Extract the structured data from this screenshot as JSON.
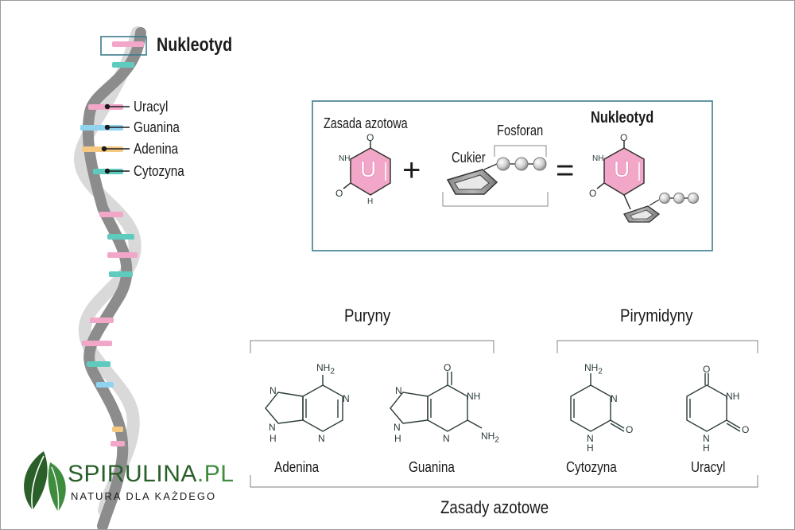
{
  "helix": {
    "highlight_label": "Nukleotyd",
    "legend": [
      {
        "label": "Uracyl",
        "color": "#f2a7c9"
      },
      {
        "label": "Guanina",
        "color": "#8fd3f0"
      },
      {
        "label": "Adenina",
        "color": "#f5c982"
      },
      {
        "label": "Cytozyna",
        "color": "#5fcbbf"
      }
    ]
  },
  "equation": {
    "base_label": "Zasada azotowa",
    "base_letter": "U",
    "sugar_label": "Cukier",
    "phosphate_label": "Fosforan",
    "result_label": "Nukleotyd",
    "result_letter": "U",
    "plus_sign": "+",
    "equals_sign": "=",
    "atoms": {
      "o": "O",
      "nh": "NH",
      "n": "N",
      "h": "H"
    }
  },
  "bases": {
    "purines_label": "Puryny",
    "pyrimidines_label": "Pirymidyny",
    "footer_label": "Zasady azotowe",
    "molecules": {
      "adenine": {
        "name": "Adenina",
        "atoms": {
          "nh2": "NH",
          "sub2": "2",
          "n1": "N",
          "n2": "N",
          "n3": "N",
          "n4": "N",
          "nh": "N",
          "h": "H"
        }
      },
      "guanine": {
        "name": "Guanina",
        "atoms": {
          "o": "O",
          "nh": "NH",
          "nh2": "NH",
          "sub2": "2",
          "n1": "N",
          "n2": "N",
          "n3": "N",
          "h": "H"
        }
      },
      "cytosine": {
        "name": "Cytozyna",
        "atoms": {
          "nh2": "NH",
          "sub2": "2",
          "n": "N",
          "o": "O",
          "n2": "N",
          "h": "H"
        }
      },
      "uracil": {
        "name": "Uracyl",
        "atoms": {
          "o1": "O",
          "nh": "NH",
          "o2": "O",
          "n2": "N",
          "h": "H"
        }
      }
    }
  },
  "logo": {
    "brand": "SPIRULINA",
    "domain": ".PL",
    "tagline": "NATURA DLA KAŻDEGO",
    "brand_color": "#2a5f2a",
    "accent_color": "#3f8c3f"
  }
}
